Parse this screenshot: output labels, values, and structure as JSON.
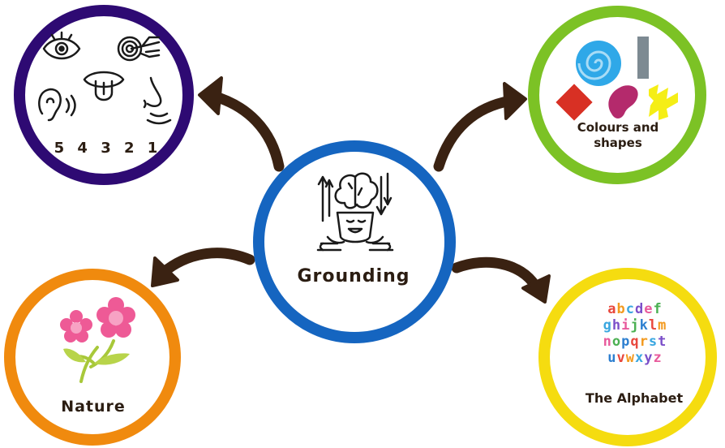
{
  "center": {
    "label": "Grounding",
    "icon": "meditation-brain-icon",
    "ring_color": "#1565c0"
  },
  "nodes": {
    "senses": {
      "label": "5 4 3 2 1",
      "ring_color": "#2e0a73",
      "icons": [
        "eye-icon",
        "touch-hand-icon",
        "tongue-icon",
        "ear-icon",
        "nose-icon"
      ]
    },
    "colours": {
      "label_lines": [
        "Colours and",
        "shapes"
      ],
      "ring_color": "#7cc225",
      "shape_colors": [
        "#2fa8e8",
        "#7d8a92",
        "#d83024",
        "#b42a6c",
        "#f5ee16"
      ]
    },
    "nature": {
      "label": "Nature",
      "ring_color": "#f08a0e",
      "icon": "flowers-icon"
    },
    "alphabet": {
      "label": "The Alphabet",
      "ring_color": "#f5dc10",
      "rows": [
        "abcdef",
        "ghijklm",
        "nopqrst",
        "uvwxyz"
      ]
    }
  },
  "arrow_color": "#3a2212"
}
